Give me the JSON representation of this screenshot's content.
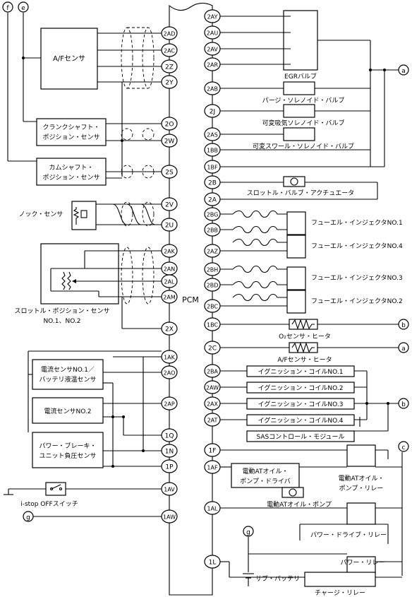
{
  "pcm_label": "PCM",
  "circle_tags": {
    "f": "f",
    "e": "e",
    "a": "a",
    "b": "b",
    "c": "c",
    "g": "g"
  },
  "left_terminals": [
    "2AD",
    "2AC",
    "2Z",
    "2Y",
    "2O",
    "2W",
    "2S",
    "2V",
    "2U",
    "2AK",
    "2AN",
    "2AL",
    "2AM",
    "2X",
    "1AK",
    "2AO",
    "2AP",
    "1Q",
    "1N",
    "1P",
    "1AV",
    "1AW"
  ],
  "right_terminals": [
    "2AY",
    "2AU",
    "2AV",
    "2AR",
    "2AB",
    "2J",
    "2AS",
    "1BB",
    "1BF",
    "2B",
    "2A",
    "2BG",
    "2BB",
    "2AZ",
    "2BH",
    "2BD",
    "2BC",
    "1BC",
    "2C",
    "2BA",
    "2AW",
    "2AX",
    "2AT",
    "1F",
    "1AF",
    "1AL",
    "1L"
  ],
  "left_components": {
    "af_sensor": "A/Fセンサ",
    "crank_sensor": [
      "クランクシャフト・",
      "ポジション・センサ"
    ],
    "cam_sensor": [
      "カムシャフト・",
      "ポジション・センサ"
    ],
    "knock_sensor": "ノック・センサ",
    "throttle_position_sensor": [
      "スロットル・ポジション・センサ",
      "NO.1、NO.2"
    ],
    "current_sensor_1": [
      "電流センサNO.1／",
      "バッテリ液温センサ"
    ],
    "current_sensor_2": "電流センサNO.2",
    "brake_sensor": [
      "パワー・ブレーキ・",
      "ユニット負圧センサ"
    ],
    "istop_switch": "i-stop OFFスイッチ"
  },
  "right_components": {
    "egr_valve": "EGRバルブ",
    "purge_valve": "パージ・ソレノイド・バルブ",
    "variable_intake_valve": "可変吸気ソレノイド・バルブ",
    "variable_swirl_valve": "可変スワール・ソレノイド・バルブ",
    "throttle_actuator": "スロットル・バルブ・アクチュエータ",
    "injector_1": "フューエル・インジェクタNO.1",
    "injector_4": "フューエル・インジェクタNO.4",
    "injector_3": "フューエル・インジェクタNO.3",
    "injector_2": "フューエル・インジェクタNO.2",
    "o2_heater": "O₂センサ・ヒータ",
    "af_heater": "A/Fセンサ・ヒータ",
    "ignition_coils": [
      "イグニッション・コイルNO.1",
      "イグニッション・コイルNO.2",
      "イグニッション・コイルNO.3",
      "イグニッション・コイルNO.4"
    ],
    "sas_module": "SASコントロール・モジュール",
    "at_pump_driver": [
      "電動ATオイル・",
      "ポンプ・ドライバ"
    ],
    "at_pump_relay": [
      "電動ATオイル・",
      "ポンプ・リレー"
    ],
    "at_oil_pump": "電動ATオイル・ポンプ",
    "power_drive_relay": "パワー・ドライブ・リレー",
    "power_relay": "パワー・リレー",
    "sub_battery": "サブ・バッテリ",
    "charge_relay": "チャージ・リレー"
  }
}
